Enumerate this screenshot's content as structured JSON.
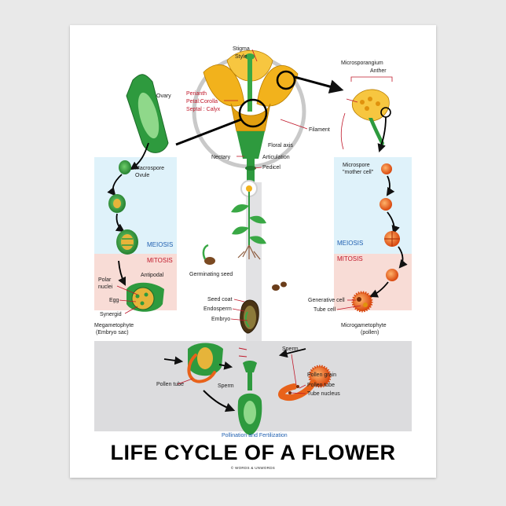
{
  "title": "LIFE CYCLE OF A FLOWER",
  "credit": "© WORDS & UNWORDS",
  "sections": {
    "meiosis": "MEIOSIS",
    "mitosis": "MITOSIS",
    "pollination": "Pollination and Fertilization"
  },
  "labels": {
    "stigma": "Stigma",
    "style": "Style",
    "microsporangium": "Microsporangium",
    "anther": "Anther",
    "ovary": "Ovary",
    "perianth": "Perianth",
    "petal": "Petal:Corolla",
    "septal": "Septal : Calyx",
    "filament": "Filament",
    "floral_axis": "Floral axis",
    "nectary": "Nectary",
    "articulation": "Articulation",
    "pedicel": "Pedicel",
    "macrospore": "Macrospore",
    "ovule": "Ovule",
    "microspore": "Microspore",
    "mother_cell": "\"mother cell\"",
    "polar_nuclei_1": "Polar",
    "polar_nuclei_2": "nuclei",
    "antipodal": "Antipodal",
    "egg": "Egg",
    "synergid": "Synergid",
    "megametophyte": "Megametophyte",
    "embryo_sac": "(Embryo sac)",
    "germinating_seed": "Germinating seed",
    "seed_coat": "Seed coat",
    "endosperm": "Endosperm",
    "embryo": "Embryo",
    "generative_cell": "Generative cell",
    "tube_cell": "Tube cell",
    "microgametophyte": "Microgametophyte",
    "pollen": "(pollen)",
    "sperm_top": "Sperm",
    "pollen_grain": "Pollen grain",
    "pollen_tube_right": "Pollen tube",
    "tube_nucleus": "Tube nucleus",
    "pollen_tube_left": "Pollen tube",
    "sperm_bottom": "Sperm"
  },
  "colors": {
    "meiosis_bg": "#dff2fa",
    "mitosis_bg": "#f8dcd6",
    "pollination_bg": "#dcdcde",
    "petal": "#f2b21c",
    "green": "#2e9a3e",
    "pollen": "#e8621a",
    "label_red": "#c0182a",
    "label_blue": "#1f5fb0"
  }
}
